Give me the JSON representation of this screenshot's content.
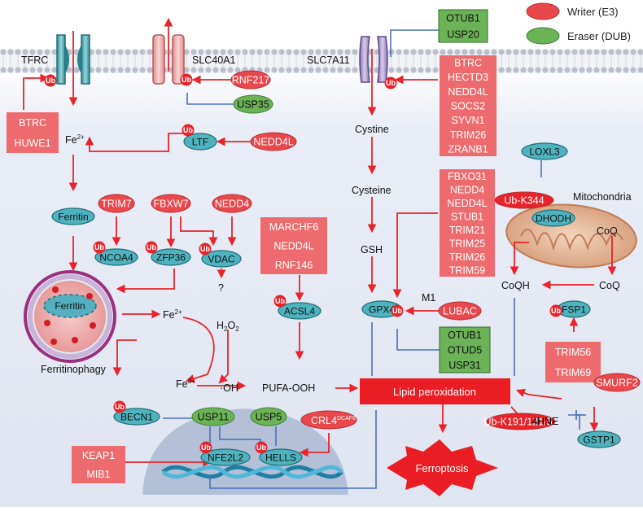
{
  "legend": {
    "writer": "Writer (E3)",
    "eraser": "Eraser (DUB)"
  },
  "transporters": {
    "tfrc": "TFRC",
    "slc40a1": "SLC40A1",
    "slc7a11": "SLC7A11"
  },
  "ub": "Ub",
  "writers": {
    "btrc_huwe1": [
      "BTRC",
      "HUWE1"
    ],
    "rnf217": "RNF217",
    "nedd4l_ltf": "NEDD4L",
    "slc7a11_e3": [
      "BTRC",
      "HECTD3",
      "NEDD4L",
      "SOCS2",
      "SYVN1",
      "TRIM26",
      "ZRANB1"
    ],
    "trim7": "TRIM7",
    "fbxw7": "FBXW7",
    "nedd4": "NEDD4",
    "acsl4_e3": [
      "MARCHF6",
      "NEDD4L",
      "RNF146"
    ],
    "gpx4_e3": [
      "FBXO31",
      "NEDD4",
      "NEDD4L",
      "STUB1",
      "TRIM21",
      "TRIM25",
      "TRIM26",
      "TRIM59"
    ],
    "lubac": "LUBAC",
    "dhodh_e3": "Ub-K344",
    "fsp1_e3": [
      "TRIM56",
      "TRIM69"
    ],
    "smurf2": "SMURF2",
    "crl4": "CRL4",
    "crl4_sup": "DCAF8",
    "keap1_mib1": [
      "KEAP1",
      "MIB1"
    ],
    "gstp1_site": "Ub-K191/121/55"
  },
  "erasers": {
    "slc7a11_dub": [
      "OTUB1",
      "USP20"
    ],
    "usp35": "USP35",
    "gpx4_dub": [
      "OTUB1",
      "OTUD5",
      "USP31"
    ],
    "usp11": "USP11",
    "usp5": "USP5"
  },
  "substrates": {
    "ltf": "LTF",
    "ferritin": "Ferritin",
    "ncoa4": "NCOA4",
    "zfp36": "ZFP36",
    "vdac": "VDAC",
    "acsl4": "ACSL4",
    "gpx4": "GPX4",
    "dhodh": "DHODH",
    "fsp1": "FSP1",
    "becn1": "BECN1",
    "nfe2l2": "NFE2L2",
    "hells": "HELLS",
    "gstp1": "GSTP1",
    "loxl3": "LOXL3"
  },
  "labels": {
    "fe2_top": "Fe",
    "fe2_sup": "2+",
    "fe2_mid": "Fe",
    "fe3": "Fe",
    "fe3_sup": "3+",
    "h2o2": "H",
    "h2o2_sub": "2",
    "h2o2_o": "O",
    "question": "?",
    "oh": "·OH",
    "pufa": "PUFA-OOH",
    "lipid": "Lipid peroxidation",
    "cystine": "Cystine",
    "cysteine": "Cysteine",
    "gsh": "GSH",
    "m1": "M1",
    "mito": "Mitochondria",
    "coq_in": "CoQ",
    "coqh": "CoQH",
    "coq_out": "CoQ",
    "hne": "4HNE",
    "ferritinophagy": "Ferritinophagy",
    "ferroptosis": "Ferroptosis"
  },
  "colors": {
    "writer": "#e8474c",
    "writer_light": "#ed6b6e",
    "eraser": "#6cb357",
    "substrate": "#4fb3bf",
    "ub": "#e8232a",
    "arrow": "#e8232a",
    "inhibit": "#4a6fc0",
    "cell": "#e3e8f3",
    "membrane": "#b9bfcc"
  }
}
